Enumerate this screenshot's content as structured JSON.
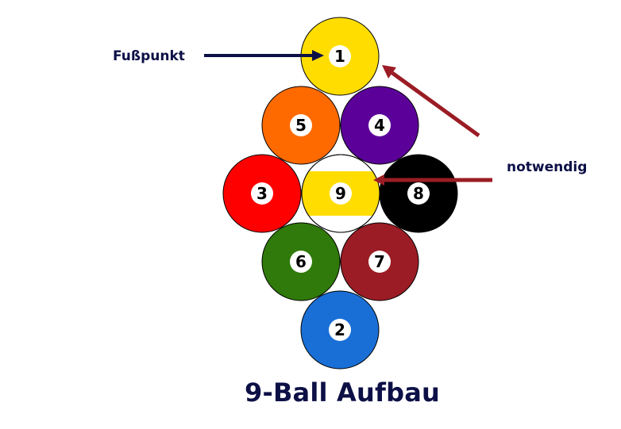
{
  "title": "9-Ball Aufbau",
  "annotations": {
    "foot_spot": "Fußpunkt",
    "required": "notwendig"
  },
  "colors": {
    "text_dark": "#0d1046",
    "arrow_dark": "#0d1046",
    "arrow_red": "#9b1c24",
    "ball_outline": "#000000"
  },
  "balls": [
    {
      "number": "1",
      "color": "#ffdd00",
      "style": "solid"
    },
    {
      "number": "5",
      "color": "#ff6a00",
      "style": "solid"
    },
    {
      "number": "4",
      "color": "#5b0099",
      "style": "solid"
    },
    {
      "number": "3",
      "color": "#ff0000",
      "style": "solid"
    },
    {
      "number": "9",
      "color": "#ffdd00",
      "style": "stripe"
    },
    {
      "number": "8",
      "color": "#000000",
      "style": "solid"
    },
    {
      "number": "6",
      "color": "#2f7a0a",
      "style": "solid"
    },
    {
      "number": "7",
      "color": "#9b1c24",
      "style": "solid"
    },
    {
      "number": "2",
      "color": "#1a6fd6",
      "style": "solid"
    }
  ]
}
